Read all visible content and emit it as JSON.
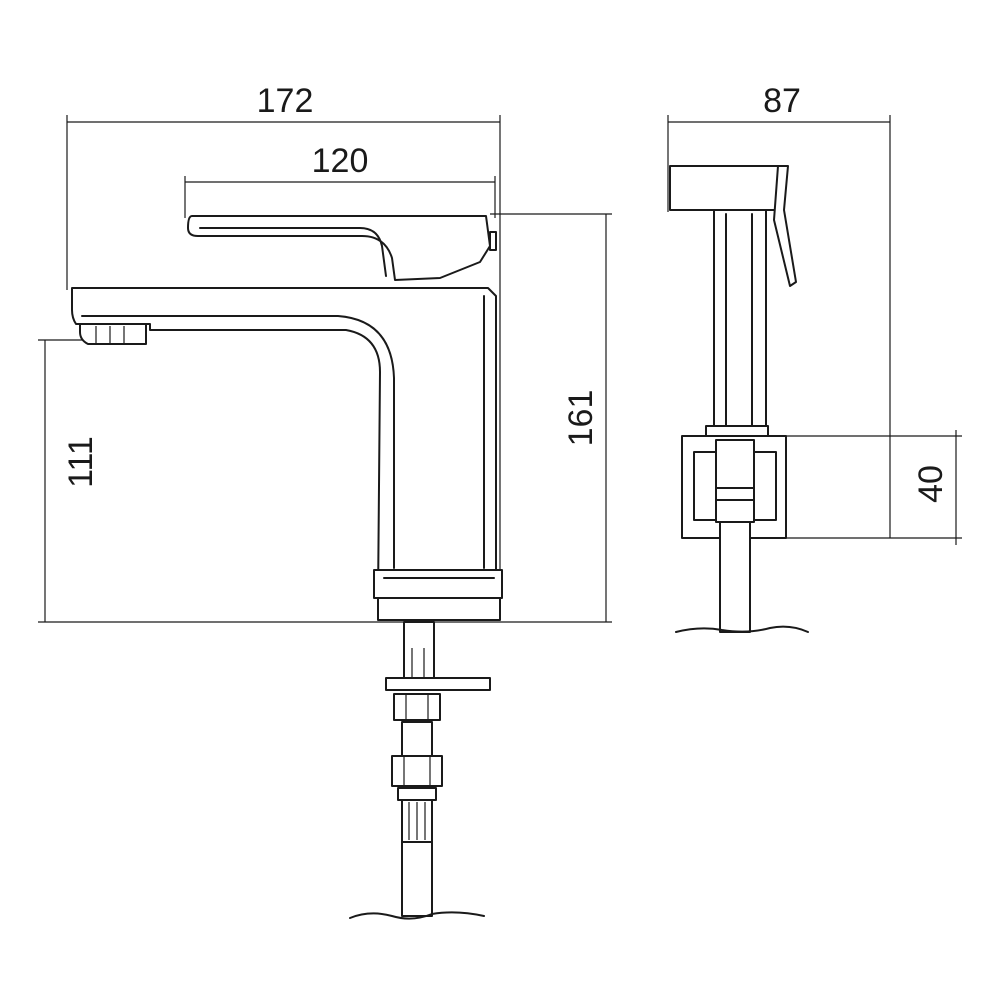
{
  "dimensions": {
    "overall_width": "172",
    "lever_length": "120",
    "spout_height": "111",
    "total_height": "161",
    "hand_shower_width": "87",
    "holder_height": "40"
  }
}
